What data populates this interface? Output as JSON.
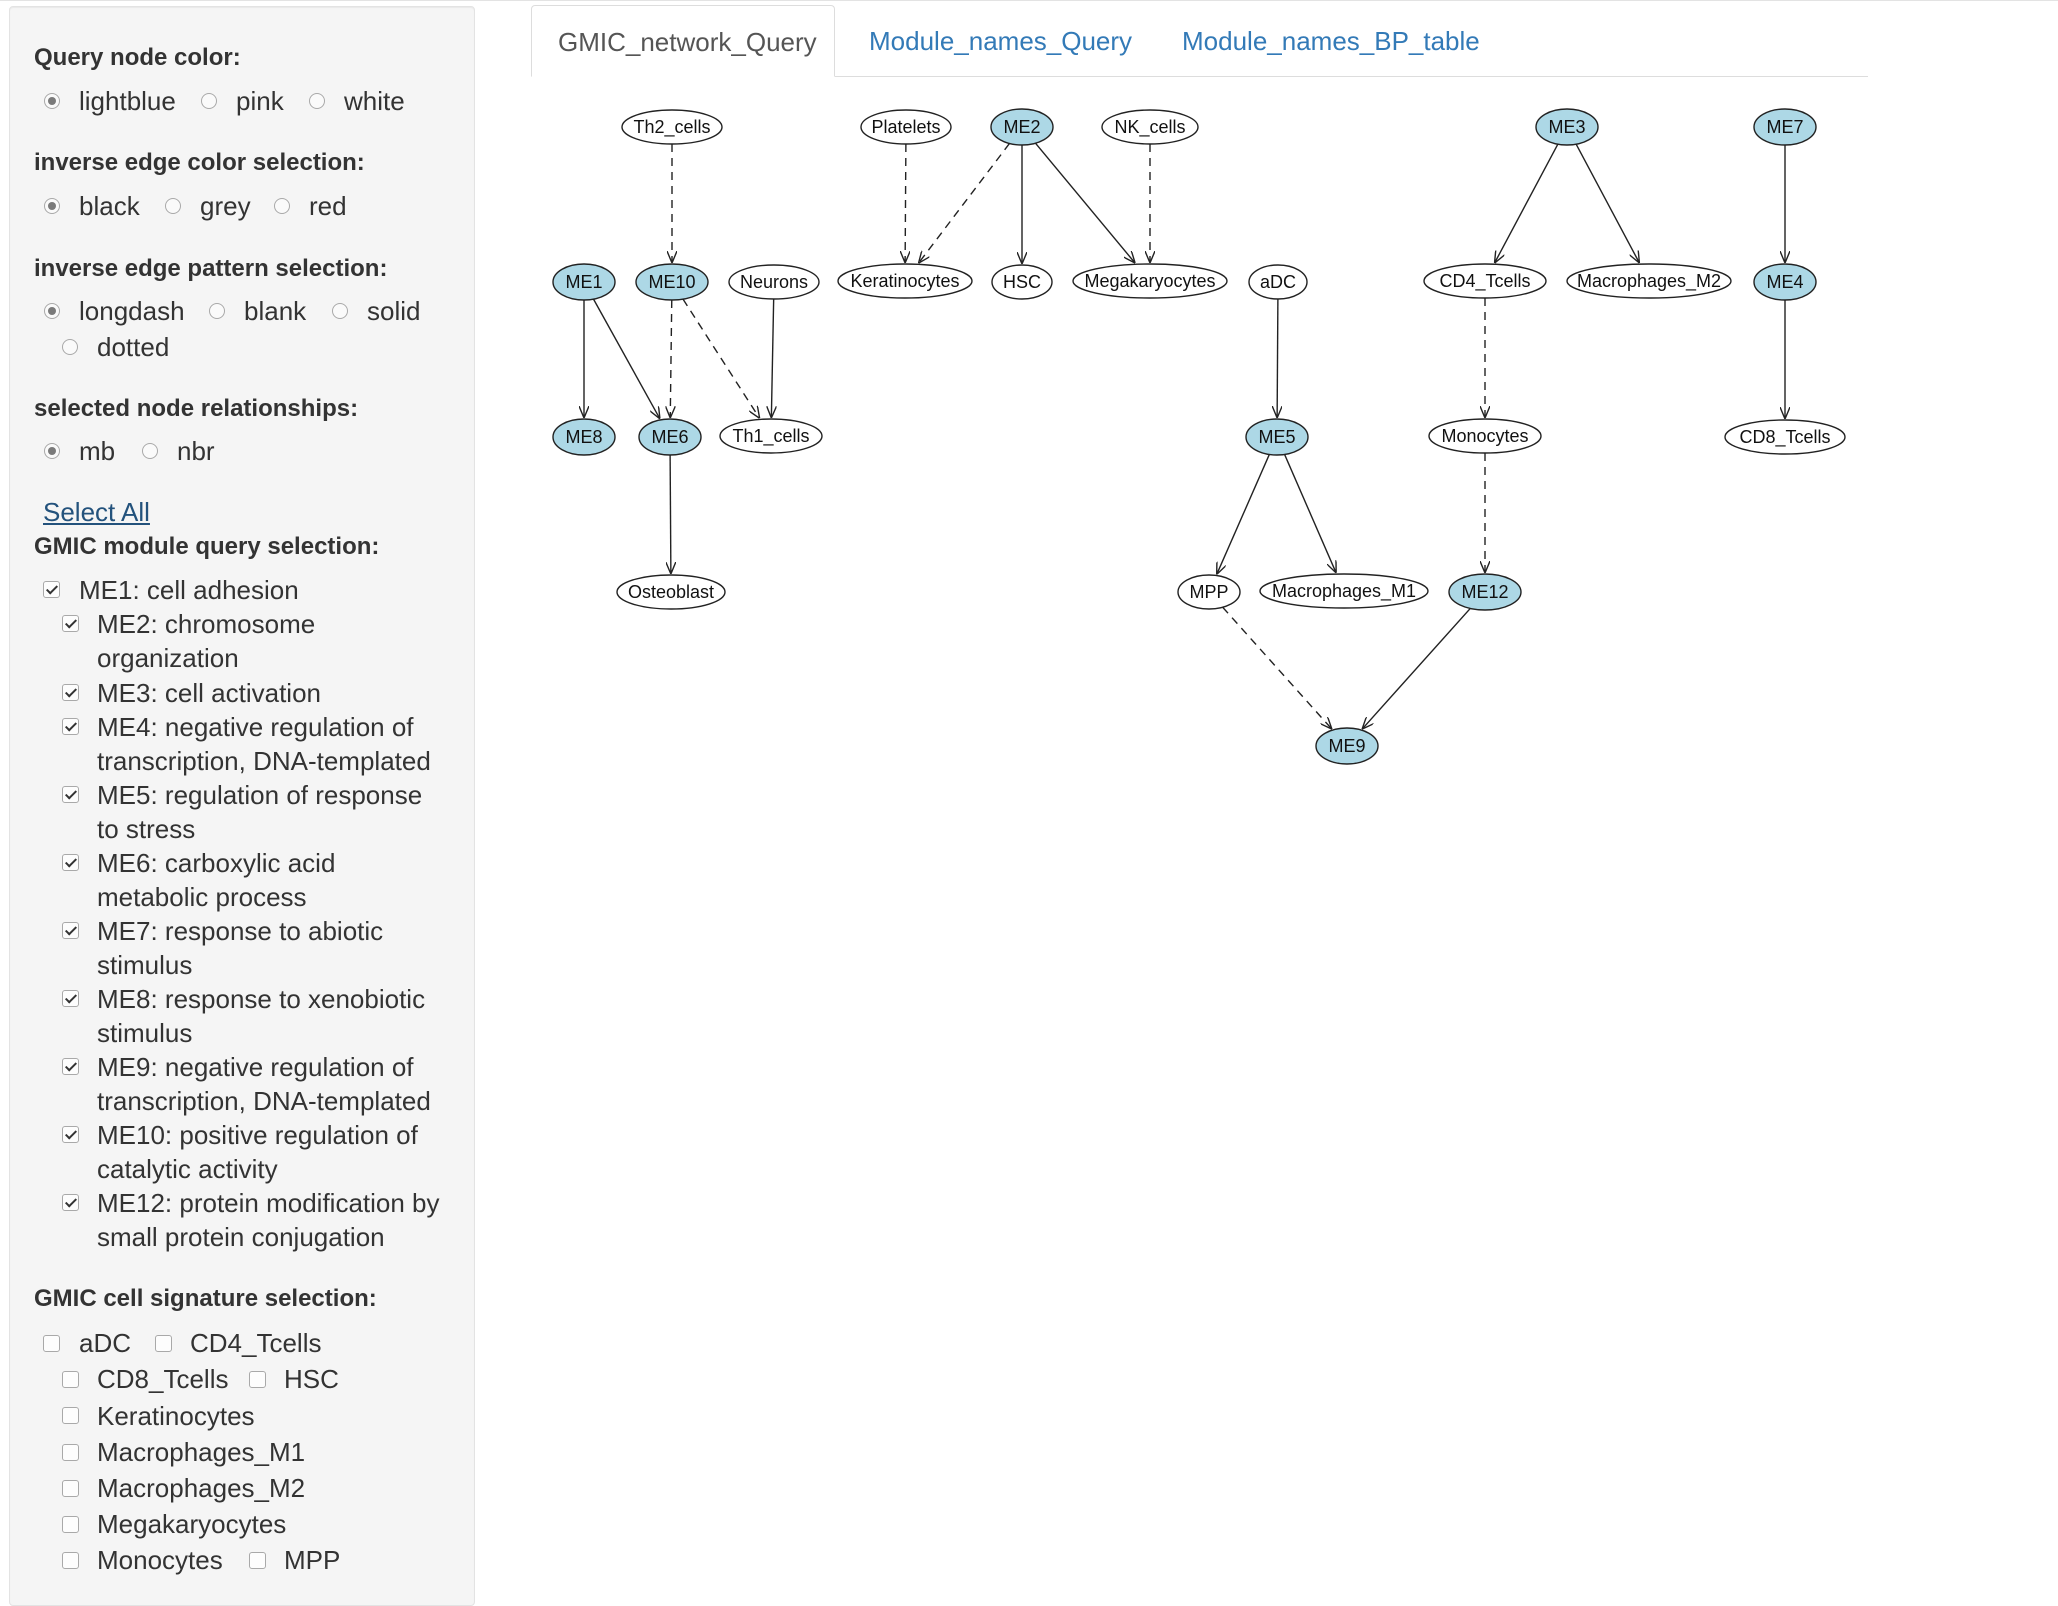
{
  "sidebar": {
    "query_node_color": {
      "heading": "Query node color:",
      "options": [
        "lightblue",
        "pink",
        "white"
      ],
      "selected": "lightblue"
    },
    "inverse_edge_color": {
      "heading": "inverse edge color selection:",
      "options": [
        "black",
        "grey",
        "red"
      ],
      "selected": "black"
    },
    "inverse_edge_pattern": {
      "heading": "inverse edge pattern selection:",
      "options": [
        "longdash",
        "blank",
        "solid",
        "dotted"
      ],
      "selected": "longdash"
    },
    "node_relationships": {
      "heading": "selected node relationships:",
      "options": [
        "mb",
        "nbr"
      ],
      "selected": "mb"
    },
    "select_all_label": "Select All",
    "module_selection": {
      "heading": "GMIC module query selection:",
      "items": [
        {
          "line1": "ME1: cell adhesion",
          "line2": "",
          "checked": true
        },
        {
          "line1": "ME2: chromosome",
          "line2": "organization",
          "checked": true
        },
        {
          "line1": "ME3: cell activation",
          "line2": "",
          "checked": true
        },
        {
          "line1": "ME4: negative regulation of",
          "line2": "transcription, DNA-templated",
          "checked": true
        },
        {
          "line1": "ME5: regulation of response",
          "line2": "to stress",
          "checked": true
        },
        {
          "line1": "ME6: carboxylic acid",
          "line2": "metabolic process",
          "checked": true
        },
        {
          "line1": "ME7: response to abiotic",
          "line2": "stimulus",
          "checked": true
        },
        {
          "line1": "ME8: response to xenobiotic",
          "line2": "stimulus",
          "checked": true
        },
        {
          "line1": "ME9: negative regulation of",
          "line2": "transcription, DNA-templated",
          "checked": true
        },
        {
          "line1": "ME10: positive regulation of",
          "line2": "catalytic activity",
          "checked": true
        },
        {
          "line1": "ME12: protein modification by",
          "line2": "small protein conjugation",
          "checked": true
        }
      ]
    },
    "cell_signature": {
      "heading": "GMIC cell signature selection:",
      "items": [
        {
          "label": "aDC",
          "checked": false
        },
        {
          "label": "CD4_Tcells",
          "checked": false
        },
        {
          "label": "CD8_Tcells",
          "checked": false
        },
        {
          "label": "HSC",
          "checked": false
        },
        {
          "label": "Keratinocytes",
          "checked": false
        },
        {
          "label": "Macrophages_M1",
          "checked": false
        },
        {
          "label": "Macrophages_M2",
          "checked": false
        },
        {
          "label": "Megakaryocytes",
          "checked": false
        },
        {
          "label": "Monocytes",
          "checked": false
        },
        {
          "label": "MPP",
          "checked": false
        }
      ]
    }
  },
  "tabs": [
    {
      "label": "GMIC_network_Query",
      "active": true
    },
    {
      "label": "Module_names_Query",
      "active": false
    },
    {
      "label": "Module_names_BP_table",
      "active": false
    }
  ],
  "graph": {
    "query_fill": "#add8e6",
    "other_fill": "#ffffff",
    "nodes": [
      {
        "id": "Th2_cells",
        "label": "Th2_cells",
        "query": false
      },
      {
        "id": "Platelets",
        "label": "Platelets",
        "query": false
      },
      {
        "id": "ME2",
        "label": "ME2",
        "query": true
      },
      {
        "id": "NK_cells",
        "label": "NK_cells",
        "query": false
      },
      {
        "id": "ME3",
        "label": "ME3",
        "query": true
      },
      {
        "id": "ME7",
        "label": "ME7",
        "query": true
      },
      {
        "id": "ME1",
        "label": "ME1",
        "query": true
      },
      {
        "id": "ME10",
        "label": "ME10",
        "query": true
      },
      {
        "id": "Neurons",
        "label": "Neurons",
        "query": false
      },
      {
        "id": "Keratinocytes",
        "label": "Keratinocytes",
        "query": false
      },
      {
        "id": "HSC",
        "label": "HSC",
        "query": false
      },
      {
        "id": "Megakaryocytes",
        "label": "Megakaryocytes",
        "query": false
      },
      {
        "id": "aDC",
        "label": "aDC",
        "query": false
      },
      {
        "id": "CD4_Tcells",
        "label": "CD4_Tcells",
        "query": false
      },
      {
        "id": "Macrophages_M2",
        "label": "Macrophages_M2",
        "query": false
      },
      {
        "id": "ME4",
        "label": "ME4",
        "query": true
      },
      {
        "id": "ME8",
        "label": "ME8",
        "query": true
      },
      {
        "id": "ME6",
        "label": "ME6",
        "query": true
      },
      {
        "id": "Th1_cells",
        "label": "Th1_cells",
        "query": false
      },
      {
        "id": "ME5",
        "label": "ME5",
        "query": true
      },
      {
        "id": "Monocytes",
        "label": "Monocytes",
        "query": false
      },
      {
        "id": "CD8_Tcells",
        "label": "CD8_Tcells",
        "query": false
      },
      {
        "id": "Osteoblast",
        "label": "Osteoblast",
        "query": false
      },
      {
        "id": "MPP",
        "label": "MPP",
        "query": false
      },
      {
        "id": "Macrophages_M1",
        "label": "Macrophages_M1",
        "query": false
      },
      {
        "id": "ME12",
        "label": "ME12",
        "query": true
      },
      {
        "id": "ME9",
        "label": "ME9",
        "query": true
      }
    ],
    "edges": [
      {
        "from": "Th2_cells",
        "to": "ME10",
        "style": "dashed"
      },
      {
        "from": "Platelets",
        "to": "Keratinocytes",
        "style": "dashed"
      },
      {
        "from": "ME2",
        "to": "Keratinocytes",
        "style": "dashed"
      },
      {
        "from": "ME2",
        "to": "HSC",
        "style": "solid"
      },
      {
        "from": "ME2",
        "to": "Megakaryocytes",
        "style": "solid"
      },
      {
        "from": "NK_cells",
        "to": "Megakaryocytes",
        "style": "dashed"
      },
      {
        "from": "ME3",
        "to": "CD4_Tcells",
        "style": "solid"
      },
      {
        "from": "ME3",
        "to": "Macrophages_M2",
        "style": "solid"
      },
      {
        "from": "ME7",
        "to": "ME4",
        "style": "solid"
      },
      {
        "from": "ME1",
        "to": "ME8",
        "style": "solid"
      },
      {
        "from": "ME1",
        "to": "ME6",
        "style": "solid"
      },
      {
        "from": "ME10",
        "to": "ME6",
        "style": "dashed"
      },
      {
        "from": "ME10",
        "to": "Th1_cells",
        "style": "dashed"
      },
      {
        "from": "Neurons",
        "to": "Th1_cells",
        "style": "solid"
      },
      {
        "from": "aDC",
        "to": "ME5",
        "style": "solid"
      },
      {
        "from": "CD4_Tcells",
        "to": "Monocytes",
        "style": "dashed"
      },
      {
        "from": "ME4",
        "to": "CD8_Tcells",
        "style": "solid"
      },
      {
        "from": "ME6",
        "to": "Osteoblast",
        "style": "solid"
      },
      {
        "from": "ME5",
        "to": "MPP",
        "style": "solid"
      },
      {
        "from": "ME5",
        "to": "Macrophages_M1",
        "style": "solid"
      },
      {
        "from": "Monocytes",
        "to": "ME12",
        "style": "dashed"
      },
      {
        "from": "MPP",
        "to": "ME9",
        "style": "dashed"
      },
      {
        "from": "ME12",
        "to": "ME9",
        "style": "solid"
      }
    ]
  }
}
